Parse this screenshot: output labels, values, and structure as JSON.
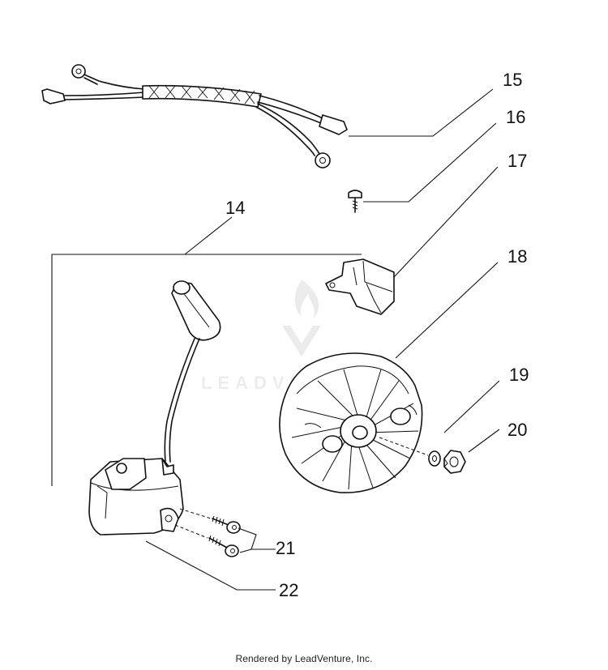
{
  "diagram": {
    "callouts": [
      "14",
      "15",
      "16",
      "17",
      "18",
      "19",
      "20",
      "21",
      "22"
    ],
    "watermark": "LEADVENTURE",
    "footer": "Rendered by LeadVenture, Inc."
  },
  "colors": {
    "line": "#111111",
    "background": "#ffffff"
  },
  "icons": {
    "watermark_logo": "flame-v-icon"
  }
}
